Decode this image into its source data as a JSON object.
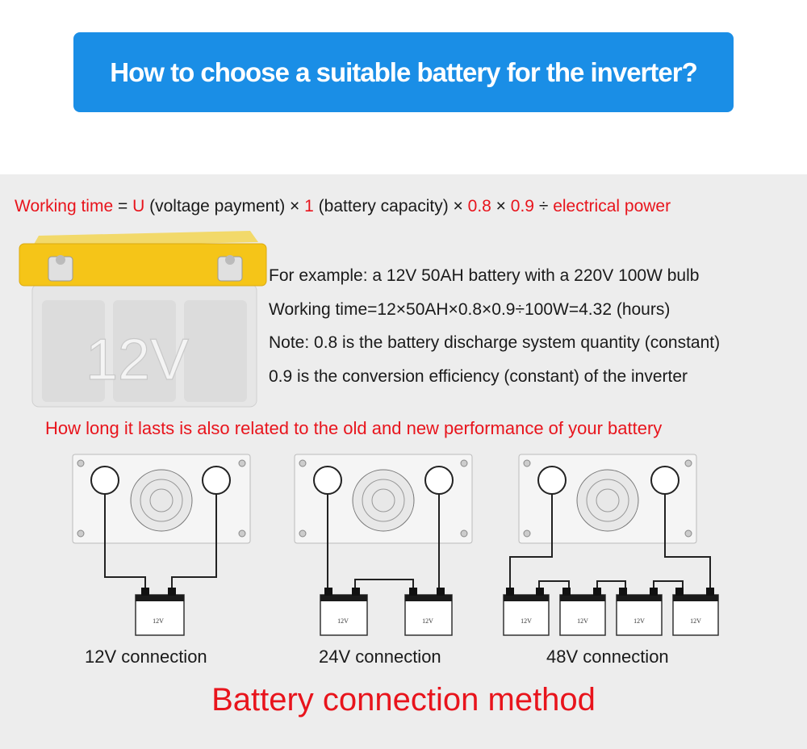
{
  "banner": {
    "title": "How to choose a suitable battery for the inverter?"
  },
  "formula": {
    "p1": "Working time",
    "p2": " = ",
    "p3": "U",
    "p4": " (voltage payment) × ",
    "p5": "1",
    "p6": " (battery capacity) × ",
    "p7": "0.8",
    "p8": " × ",
    "p9": "0.9",
    "p10": " ÷ ",
    "p11": "electrical power"
  },
  "battery_illustration": {
    "label": "12V"
  },
  "example": {
    "line1": "For example: a 12V 50AH battery with a 220V 100W bulb",
    "line2": "Working time=12×50AH×0.8×0.9÷100W=4.32 (hours)",
    "line3": "Note: 0.8 is the battery discharge system quantity (constant)",
    "line4": "0.9 is the conversion efficiency (constant) of the inverter"
  },
  "note_lasts": "How long it lasts is also related to the old and new performance of your battery",
  "diagrams": {
    "battery_label": "12V",
    "plus": "+",
    "minus": "-",
    "d1_caption": "12V connection",
    "d2_caption": "24V connection",
    "d3_caption": "48V connection"
  },
  "footer_title": "Battery connection method",
  "colors": {
    "accent_blue": "#1a8ee6",
    "accent_red": "#e8141c",
    "battery_yellow": "#f5c518",
    "panel_bg": "#ededed"
  }
}
